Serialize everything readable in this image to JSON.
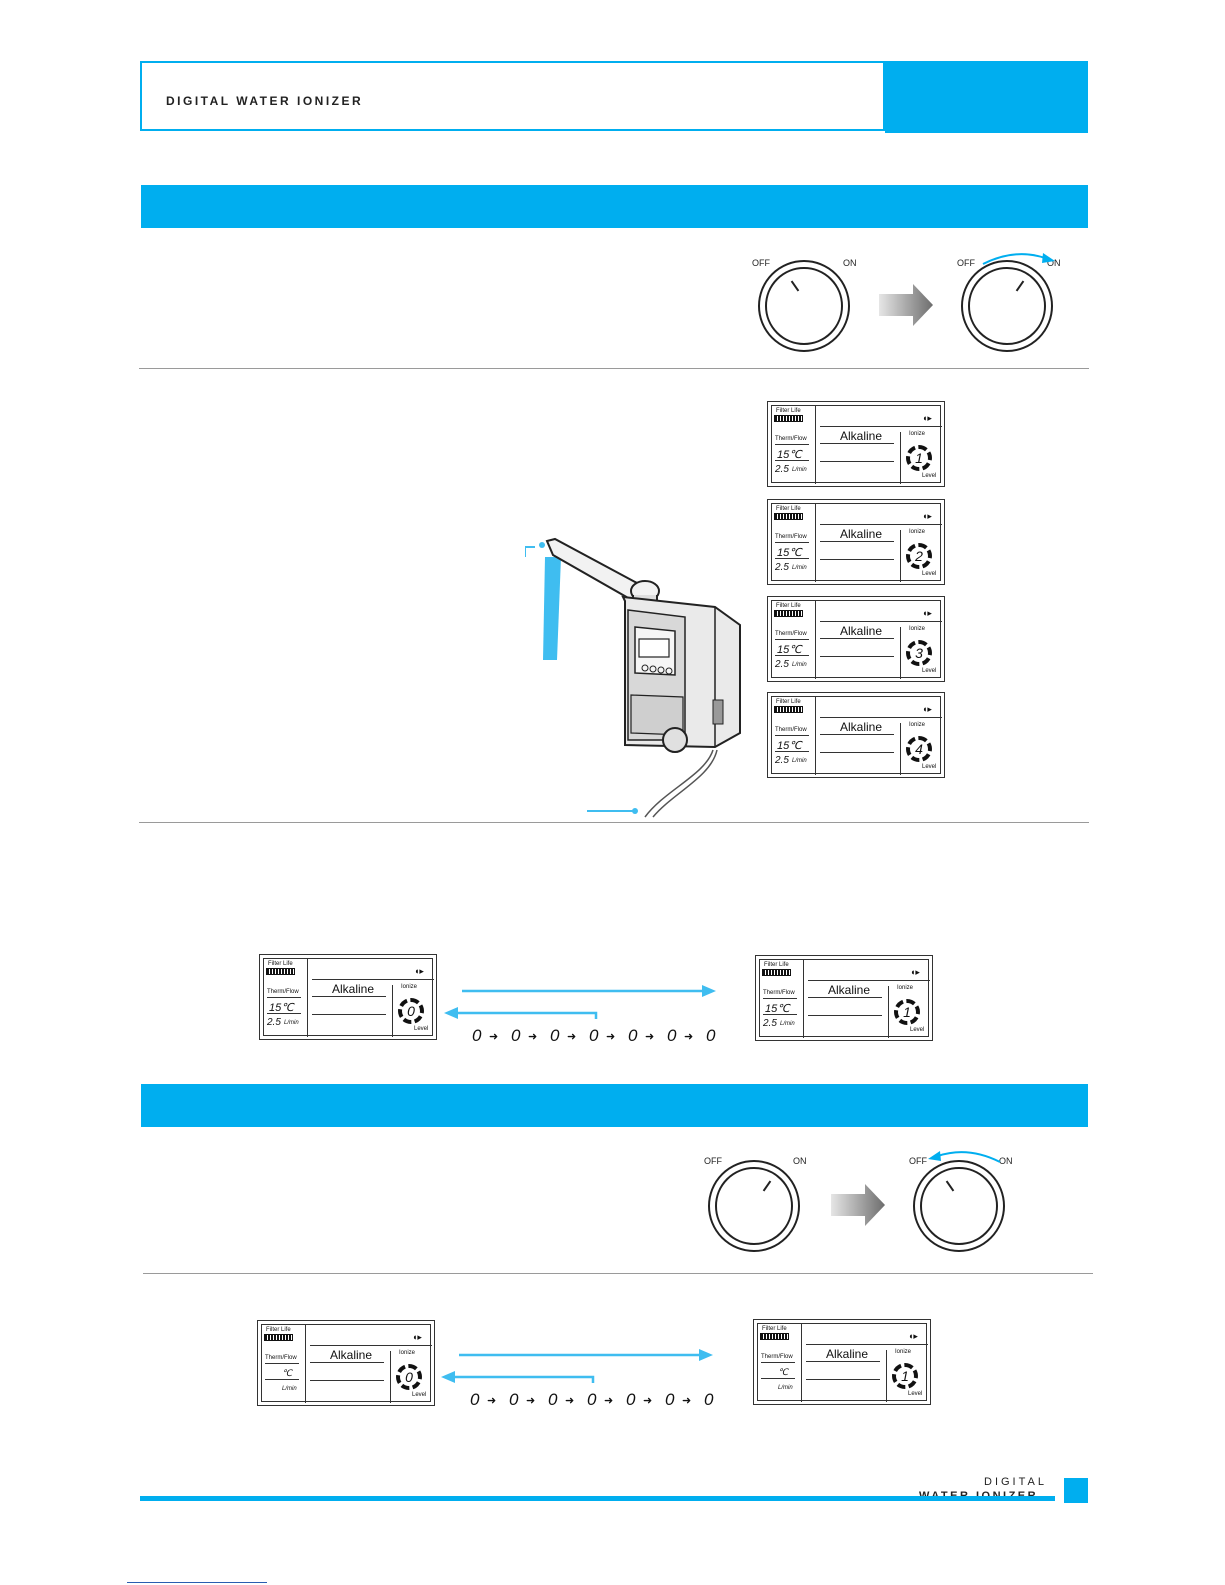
{
  "header": {
    "title": "DIGITAL WATER IONIZER"
  },
  "knob_labels": {
    "off": "OFF",
    "on": "ON"
  },
  "lcd": {
    "filter_life": "Filter Life",
    "therm_flow": "Therm/Flow",
    "mode": "Alkaline",
    "ionize": "Ionize",
    "level": "Level",
    "temp": "15℃",
    "temp_unit_only": "℃",
    "flow": "2.5",
    "flow_unit": "L/min",
    "levels": [
      "1",
      "2",
      "3",
      "4"
    ],
    "zero": "0",
    "one": "1"
  },
  "sequence": {
    "glyph": "0",
    "arrow": "➜",
    "count": 7
  },
  "footer": {
    "line1": "DIGITAL",
    "line2": "WATER IONIZER"
  },
  "colors": {
    "accent": "#00aeef"
  }
}
